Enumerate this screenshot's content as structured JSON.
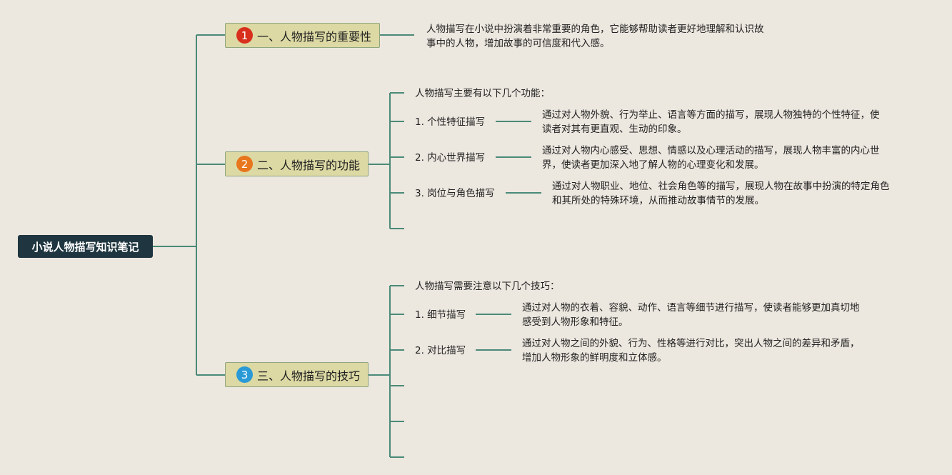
{
  "root": {
    "title": "小说人物描写知识笔记"
  },
  "colors": {
    "connector": "#4a8a78",
    "root_bg": "#1f3640",
    "topic_bg": "#dcd9a4",
    "badge1": "#d8301c",
    "badge2": "#e8761c",
    "badge3": "#2a9ad6"
  },
  "topics": [
    {
      "badge": "1",
      "label": "一、人物描写的重要性",
      "note_line1": "人物描写在小说中扮演着非常重要的角色，它能够帮助读者更好地理解和认识故",
      "note_line2": "事中的人物，增加故事的可信度和代入感。"
    },
    {
      "badge": "2",
      "label": "二、人物描写的功能",
      "intro": "人物描写主要有以下几个功能：",
      "items": [
        {
          "label": "1. 个性特征描写",
          "line1": "通过对人物外貌、行为举止、语言等方面的描写，展现人物独特的个性特征，使",
          "line2": "读者对其有更直观、生动的印象。"
        },
        {
          "label": "2. 内心世界描写",
          "line1": "通过对人物内心感受、思想、情感以及心理活动的描写，展现人物丰富的内心世",
          "line2": "界，使读者更加深入地了解人物的心理变化和发展。"
        },
        {
          "label": "3. 岗位与角色描写",
          "line1": "通过对人物职业、地位、社会角色等的描写，展现人物在故事中扮演的特定角色",
          "line2": "和其所处的特殊环境，从而推动故事情节的发展。"
        }
      ]
    },
    {
      "badge": "3",
      "label": "三、人物描写的技巧",
      "intro": "人物描写需要注意以下几个技巧：",
      "items": [
        {
          "label": "1. 细节描写",
          "line1": "通过对人物的衣着、容貌、动作、语言等细节进行描写，使读者能够更加真切地",
          "line2": "感受到人物形象和特征。"
        },
        {
          "label": "2. 对比描写",
          "line1": "通过对人物之间的外貌、行为、性格等进行对比，突出人物之间的差异和矛盾，",
          "line2": "增加人物形象的鲜明度和立体感。"
        }
      ]
    }
  ]
}
